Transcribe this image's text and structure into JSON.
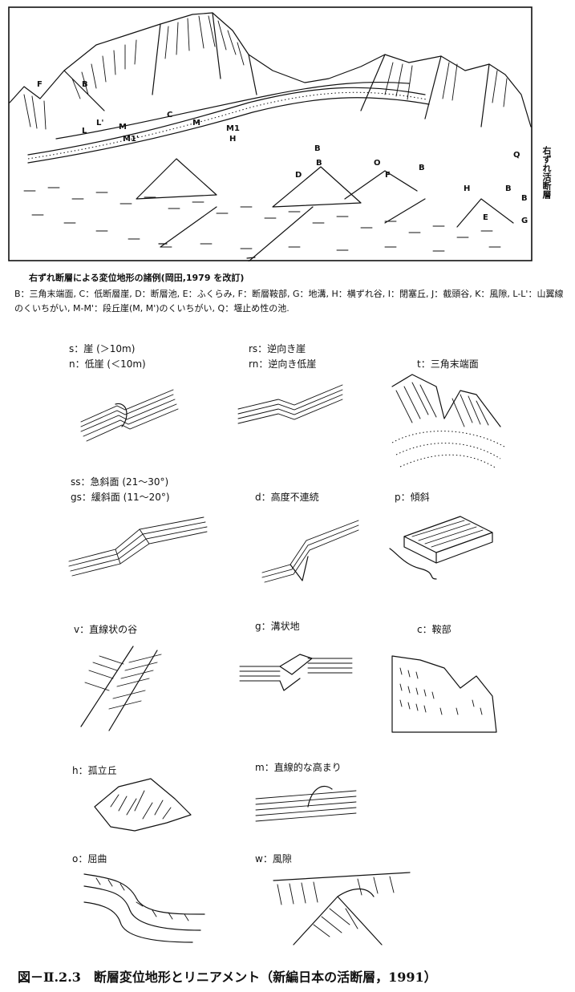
{
  "top_figure": {
    "side_label": "右ずれ活断層",
    "map_labels": [
      "F",
      "B",
      "L",
      "L'",
      "M",
      "C",
      "M",
      "M1",
      "M1'",
      "H",
      "B",
      "D",
      "B",
      "O",
      "F",
      "B",
      "Q",
      "H",
      "B",
      "B",
      "E",
      "G"
    ],
    "caption_title": "右ずれ断層による変位地形の諸例(岡田,1979 を改訂)",
    "caption_body": "B：三角末端面, C：低断層崖, D：断層池, E：ふくらみ, F：断層鞍部, G：地溝, H：横ずれ谷, I：閉塞丘, J：截頭谷, K：風隙, L-L'：山翼線のくいちがい, M-M'：段丘崖(M, M')のくいちがい, Q：堰止め性の池."
  },
  "legend": [
    {
      "id": "s-n",
      "lines": [
        "s：崖 (＞10m)",
        "n：低崖 (＜10m)"
      ]
    },
    {
      "id": "rs-rn",
      "lines": [
        "rs：逆向き崖",
        "rn：逆向き低崖"
      ]
    },
    {
      "id": "t",
      "lines": [
        "t：三角末端面"
      ]
    },
    {
      "id": "ss-gs",
      "lines": [
        "ss：急斜面 (21〜30°)",
        "gs：緩斜面 (11〜20°)"
      ]
    },
    {
      "id": "d",
      "lines": [
        "d：高度不連続"
      ]
    },
    {
      "id": "p",
      "lines": [
        "p：傾斜"
      ]
    },
    {
      "id": "v",
      "lines": [
        "v：直線状の谷"
      ]
    },
    {
      "id": "g",
      "lines": [
        "g：溝状地"
      ]
    },
    {
      "id": "c",
      "lines": [
        "c：鞍部"
      ]
    },
    {
      "id": "h",
      "lines": [
        "h：孤立丘"
      ]
    },
    {
      "id": "m",
      "lines": [
        "m：直線的な高まり"
      ]
    },
    {
      "id": "o",
      "lines": [
        "o：屈曲"
      ]
    },
    {
      "id": "w",
      "lines": [
        "w：風隙"
      ]
    }
  ],
  "figure_title": "図－Ⅱ.2.3　断層変位地形とリニアメント（新編日本の活断層，1991）"
}
